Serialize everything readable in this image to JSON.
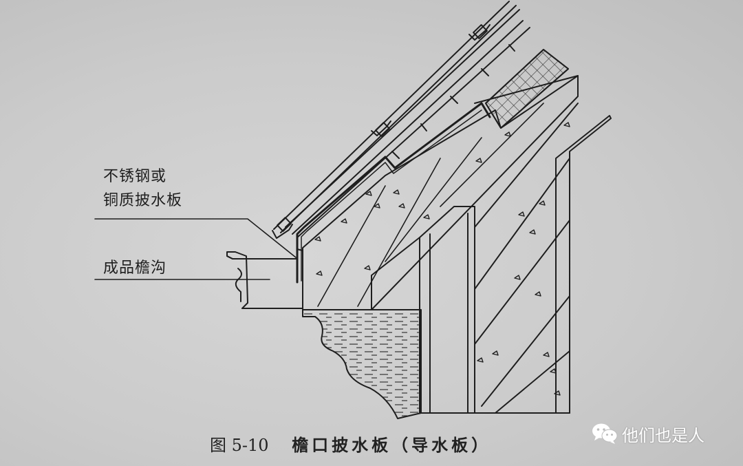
{
  "labels": {
    "flashing_line1": "不锈钢或",
    "flashing_line2": "铜质披水板",
    "gutter": "成品檐沟"
  },
  "caption": {
    "figure_number": "图 5-10",
    "title": "檐口披水板（导水板）"
  },
  "watermark": {
    "icon": "wechat-icon",
    "text": "他们也是人"
  },
  "colors": {
    "ink": "#1e1e1e",
    "paper": "#cbcbcb"
  }
}
